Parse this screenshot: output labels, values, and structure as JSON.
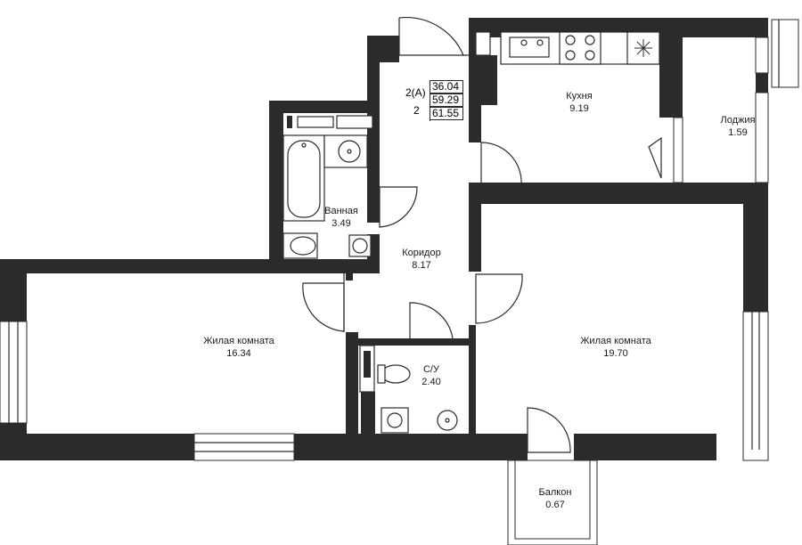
{
  "summary": {
    "apartment_type": "2(А)",
    "room_count": "2",
    "area_living": "36.04",
    "area_total": "59.29",
    "area_with_balcony": "61.55"
  },
  "rooms": {
    "kitchen": {
      "name": "Кухня",
      "area": "9.19"
    },
    "loggia": {
      "name": "Лоджия",
      "area": "1.59"
    },
    "bathroom": {
      "name": "Ванная",
      "area": "3.49"
    },
    "corridor": {
      "name": "Коридор",
      "area": "8.17"
    },
    "living_left": {
      "name": "Жилая комната",
      "area": "16.34"
    },
    "living_right": {
      "name": "Жилая комната",
      "area": "19.70"
    },
    "wc": {
      "name": "С/У",
      "area": "2.40"
    },
    "balcony": {
      "name": "Балкон",
      "area": "0.67"
    }
  },
  "colors": {
    "wall": "#2b2b2d",
    "background": "#ffffff"
  }
}
